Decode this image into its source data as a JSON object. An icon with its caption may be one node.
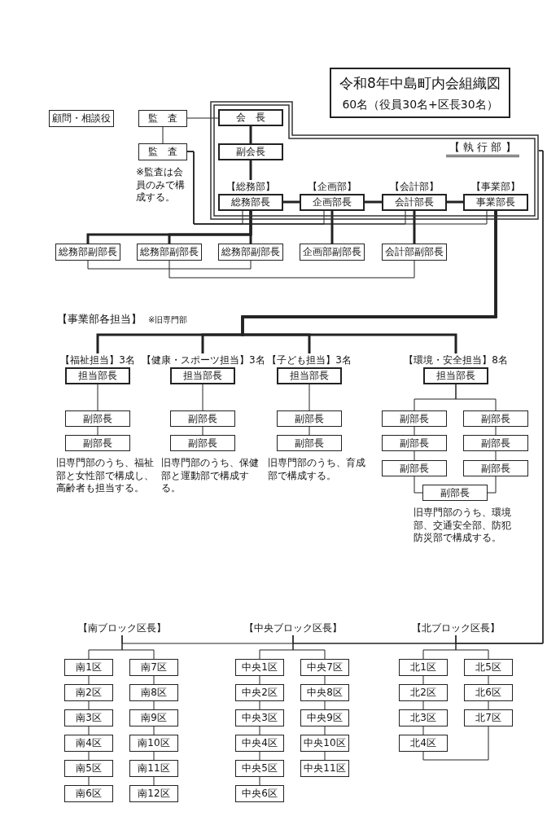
{
  "diagram": {
    "nodes": [
      {
        "text": [
          "令和8年中島町内会組織図",
          "60名（役員30名+区長30名）"
        ]
      },
      {
        "text": [
          "顧問・相談役"
        ]
      },
      {
        "text": [
          "監　査"
        ]
      },
      {
        "text": [
          "監　査"
        ],
        "beside": [
          "※監査は会員のみで構成する。"
        ]
      },
      {
        "text": [
          "【 執 行 部 】"
        ]
      },
      {
        "text": [
          "会　長"
        ],
        "in": 4
      },
      {
        "text": [
          "副会長"
        ],
        "in": 4
      },
      {
        "text": [
          "【総務部】",
          "総務部長"
        ],
        "in": 4
      },
      {
        "text": [
          "【企画部】",
          "企画部長"
        ],
        "in": 4
      },
      {
        "text": [
          "【会計部】",
          "会計部長"
        ],
        "in": 4
      },
      {
        "text": [
          "【事業部】",
          "事業部長"
        ],
        "in": 4
      },
      {
        "text": [
          "総務部副部長"
        ]
      },
      {
        "text": [
          "総務部副部長"
        ]
      },
      {
        "text": [
          "総務部副部長"
        ]
      },
      {
        "text": [
          "企画部副部長"
        ]
      },
      {
        "text": [
          "会計部副部長"
        ]
      },
      {
        "text": [
          "【福祉担当】3名",
          "担当部長"
        ]
      },
      {
        "text": [
          "副部長"
        ]
      },
      {
        "text": [
          "副部長"
        ],
        "beside": [
          "旧専門部のうち、福祉部と女性部で構成し、高齢者も担当する。"
        ]
      },
      {
        "text": [
          "【健康・スポーツ担当】3名",
          "担当部長"
        ]
      },
      {
        "text": [
          "副部長"
        ]
      },
      {
        "text": [
          "副部長"
        ],
        "beside": [
          "旧専門部のうち、保健部と運動部で構成する。"
        ]
      },
      {
        "text": [
          "【子ども担当】3名",
          "担当部長"
        ]
      },
      {
        "text": [
          "副部長"
        ]
      },
      {
        "text": [
          "副部長"
        ],
        "beside": [
          "旧専門部のうち、育成部で構成する。"
        ]
      },
      {
        "text": [
          "【環境・安全担当】8名",
          "担当部長"
        ]
      },
      {
        "text": [
          "副部長"
        ]
      },
      {
        "text": [
          "副部長"
        ]
      },
      {
        "text": [
          "副部長"
        ]
      },
      {
        "text": [
          "副部長"
        ]
      },
      {
        "text": [
          "副部長"
        ]
      },
      {
        "text": [
          "副部長"
        ]
      },
      {
        "text": [
          "副部長"
        ],
        "beside": [
          "旧専門部のうち、環境部、交通安全部、防犯防災部で構成する。"
        ]
      },
      {
        "text": [
          "【南ブロック区長】"
        ]
      },
      {
        "text": [
          "南1区"
        ]
      },
      {
        "text": [
          "南2区"
        ]
      },
      {
        "text": [
          "南3区"
        ]
      },
      {
        "text": [
          "南4区"
        ]
      },
      {
        "text": [
          "南5区"
        ]
      },
      {
        "text": [
          "南6区"
        ]
      },
      {
        "text": [
          "南7区"
        ]
      },
      {
        "text": [
          "南8区"
        ]
      },
      {
        "text": [
          "南9区"
        ]
      },
      {
        "text": [
          "南10区"
        ]
      },
      {
        "text": [
          "南11区"
        ]
      },
      {
        "text": [
          "南12区"
        ]
      },
      {
        "text": [
          "【中央ブロック区長】"
        ]
      },
      {
        "text": [
          "中央1区"
        ]
      },
      {
        "text": [
          "中央2区"
        ]
      },
      {
        "text": [
          "中央3区"
        ]
      },
      {
        "text": [
          "中央4区"
        ]
      },
      {
        "text": [
          "中央5区"
        ]
      },
      {
        "text": [
          "中央6区"
        ]
      },
      {
        "text": [
          "中央7区"
        ]
      },
      {
        "text": [
          "中央8区"
        ]
      },
      {
        "text": [
          "中央9区"
        ]
      },
      {
        "text": [
          "中央10区"
        ]
      },
      {
        "text": [
          "中央11区"
        ]
      },
      {
        "text": [
          "【北ブロック区長】"
        ]
      },
      {
        "text": [
          "北1区"
        ]
      },
      {
        "text": [
          "北2区"
        ]
      },
      {
        "text": [
          "北3区"
        ]
      },
      {
        "text": [
          "北4区"
        ]
      },
      {
        "text": [
          "北5区"
        ]
      },
      {
        "text": [
          "北6区"
        ]
      },
      {
        "text": [
          "北7区"
        ]
      }
    ],
    "edges": [
      {
        "from": 2,
        "to": 3,
        "arrow": "none"
      },
      {
        "from": 2,
        "to": 5,
        "arrow": "none"
      },
      {
        "from": 3,
        "to": 7,
        "arrow": "none"
      },
      {
        "from": 3,
        "to": 8,
        "arrow": "none"
      },
      {
        "from": 3,
        "to": 9,
        "arrow": "none"
      },
      {
        "from": 3,
        "to": 10,
        "arrow": "none"
      },
      {
        "from": 5,
        "to": 6,
        "arrow": "none",
        "style": "thick"
      },
      {
        "from": 6,
        "to": 7,
        "arrow": "none",
        "style": "thick"
      },
      {
        "from": 7,
        "to": 8,
        "arrow": "none",
        "style": "thick"
      },
      {
        "from": 8,
        "to": 9,
        "arrow": "none",
        "style": "thick"
      },
      {
        "from": 9,
        "to": 10,
        "arrow": "none",
        "style": "thick"
      },
      {
        "from": 7,
        "to": 11,
        "arrow": "none",
        "style": "thick"
      },
      {
        "from": 7,
        "to": 12,
        "arrow": "none",
        "style": "thick"
      },
      {
        "from": 7,
        "to": 13,
        "arrow": "none",
        "style": "thick"
      },
      {
        "from": 8,
        "to": 14,
        "arrow": "none",
        "style": "thick"
      },
      {
        "from": 9,
        "to": 15,
        "arrow": "none",
        "style": "thick"
      },
      {
        "from": 11,
        "to": 13,
        "arrow": "none"
      },
      {
        "from": 12,
        "to": 15,
        "arrow": "none"
      },
      {
        "from": 10,
        "to": 16,
        "arrow": "none",
        "style": "thick"
      },
      {
        "from": 10,
        "to": 19,
        "arrow": "none",
        "style": "thick"
      },
      {
        "from": 10,
        "to": 22,
        "arrow": "none",
        "style": "thick"
      },
      {
        "from": 10,
        "to": 25,
        "arrow": "none",
        "style": "thick"
      },
      {
        "from": 16,
        "to": 17,
        "arrow": "none"
      },
      {
        "from": 17,
        "to": 18,
        "arrow": "none"
      },
      {
        "from": 19,
        "to": 20,
        "arrow": "none"
      },
      {
        "from": 20,
        "to": 21,
        "arrow": "none"
      },
      {
        "from": 22,
        "to": 23,
        "arrow": "none"
      },
      {
        "from": 23,
        "to": 24,
        "arrow": "none"
      },
      {
        "from": 25,
        "to": 26,
        "arrow": "none"
      },
      {
        "from": 25,
        "to": 29,
        "arrow": "none"
      },
      {
        "from": 26,
        "to": 27,
        "arrow": "none"
      },
      {
        "from": 27,
        "to": 28,
        "arrow": "none"
      },
      {
        "from": 29,
        "to": 30,
        "arrow": "none"
      },
      {
        "from": 30,
        "to": 31,
        "arrow": "none"
      },
      {
        "from": 28,
        "to": 32,
        "arrow": "none"
      },
      {
        "from": 31,
        "to": 32,
        "arrow": "none"
      },
      {
        "from": 4,
        "to": 33,
        "arrow": "none"
      },
      {
        "from": 4,
        "to": 46,
        "arrow": "none"
      },
      {
        "from": 4,
        "to": 58,
        "arrow": "none"
      },
      {
        "from": 33,
        "to": 34,
        "arrow": "none"
      },
      {
        "from": 33,
        "to": 40,
        "arrow": "none"
      },
      {
        "from": 34,
        "to": 35,
        "arrow": "none"
      },
      {
        "from": 35,
        "to": 36,
        "arrow": "none"
      },
      {
        "from": 36,
        "to": 37,
        "arrow": "none"
      },
      {
        "from": 37,
        "to": 38,
        "arrow": "none"
      },
      {
        "from": 38,
        "to": 39,
        "arrow": "none"
      },
      {
        "from": 40,
        "to": 41,
        "arrow": "none"
      },
      {
        "from": 41,
        "to": 42,
        "arrow": "none"
      },
      {
        "from": 42,
        "to": 43,
        "arrow": "none"
      },
      {
        "from": 43,
        "to": 44,
        "arrow": "none"
      },
      {
        "from": 44,
        "to": 45,
        "arrow": "none"
      },
      {
        "from": 46,
        "to": 47,
        "arrow": "none"
      },
      {
        "from": 46,
        "to": 53,
        "arrow": "none"
      },
      {
        "from": 47,
        "to": 48,
        "arrow": "none"
      },
      {
        "from": 48,
        "to": 49,
        "arrow": "none"
      },
      {
        "from": 49,
        "to": 50,
        "arrow": "none"
      },
      {
        "from": 50,
        "to": 51,
        "arrow": "none"
      },
      {
        "from": 51,
        "to": 52,
        "arrow": "none"
      },
      {
        "from": 53,
        "to": 54,
        "arrow": "none"
      },
      {
        "from": 54,
        "to": 55,
        "arrow": "none"
      },
      {
        "from": 55,
        "to": 56,
        "arrow": "none"
      },
      {
        "from": 56,
        "to": 57,
        "arrow": "none"
      },
      {
        "from": 58,
        "to": 59,
        "arrow": "none"
      },
      {
        "from": 58,
        "to": 63,
        "arrow": "none"
      },
      {
        "from": 59,
        "to": 60,
        "arrow": "none"
      },
      {
        "from": 60,
        "to": 61,
        "arrow": "none"
      },
      {
        "from": 61,
        "to": 62,
        "arrow": "none"
      },
      {
        "from": 63,
        "to": 64,
        "arrow": "none"
      },
      {
        "from": 64,
        "to": 65,
        "arrow": "none"
      },
      {
        "from": 62,
        "to": 65,
        "arrow": "none"
      }
    ],
    "labels": [
      "【事業部各担当】",
      "※旧専門部"
    ]
  }
}
